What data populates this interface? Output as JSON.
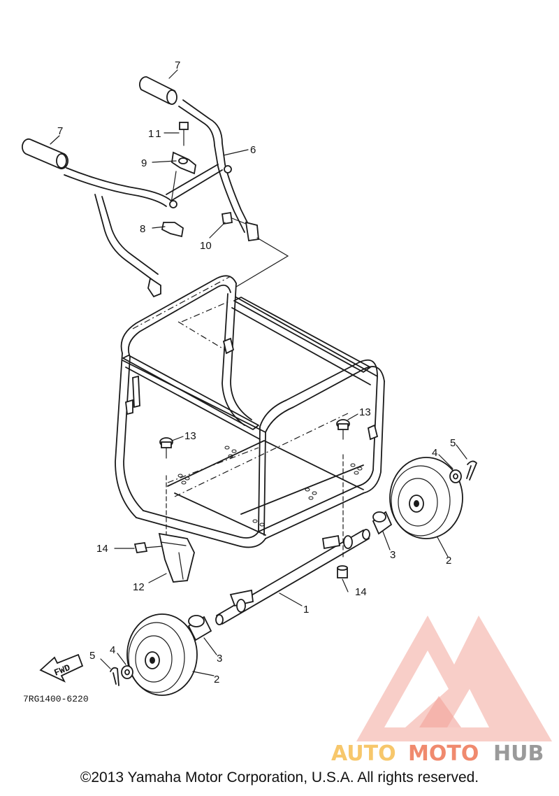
{
  "diagram": {
    "callouts": {
      "c1": "1",
      "c2a": "2",
      "c2b": "2",
      "c3a": "3",
      "c3b": "3",
      "c4a": "4",
      "c4b": "4",
      "c5a": "5",
      "c5b": "5",
      "c6": "6",
      "c7a": "7",
      "c7b": "7",
      "c8": "8",
      "c9": "9",
      "c10": "10",
      "c11": "11",
      "c12": "12",
      "c13a": "13",
      "c13b": "13",
      "c14a": "14",
      "c14b": "14"
    },
    "fwd_label": "FWD",
    "drawing_code": "7RG1400-6220"
  },
  "watermark": {
    "word_1": "AUTO",
    "word_2": "MOTO",
    "word_3": "HUB",
    "colors": {
      "auto": "#f7c76b",
      "moto": "#f08a6e",
      "hub": "#9a9a9a",
      "logo": "#f19a8f"
    }
  },
  "footer": {
    "copyright": "©2013 Yamaha Motor Corporation, U.S.A. All rights reserved."
  }
}
